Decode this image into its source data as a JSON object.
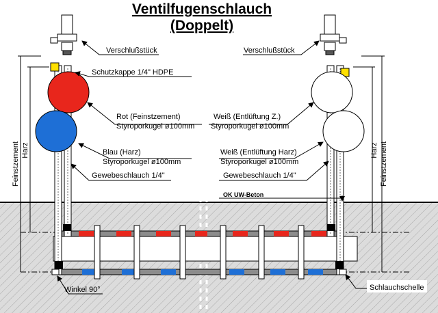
{
  "title_line1": "Ventilfugenschlauch",
  "title_line2": "(Doppelt)",
  "labels": {
    "verschluss_left": "Verschlußstück",
    "verschluss_right": "Verschlußstück",
    "schutzkappe": "Schutzkappe 1/4\" HDPE",
    "rot_line1": "Rot (Feinstzement)",
    "rot_line2": "Styroporkugel ø100mm",
    "blau_line1": "Blau (Harz)",
    "blau_line2": "Styroporkugel ø100mm",
    "gewebe_left": "Gewebeschlauch 1/4\"",
    "weiss_z_line1": "Weiß (Entlüftung Z.)",
    "weiss_z_line2": "Styroporkugel ø100mm",
    "weiss_h_line1": "Weiß (Entlüftung Harz)",
    "weiss_h_line2": "Styroporkugel ø100mm",
    "gewebe_right": "Gewebeschlauch 1/4\"",
    "ok_uw_beton": "OK UW-Beton",
    "winkel": "Winkel 90°",
    "schlauchschelle": "Schlauchschelle",
    "feinstzement_left": "Feinstzement",
    "harz_left": "Harz",
    "harz_right": "Harz",
    "feinstzement_right": "Feinstzement"
  },
  "colors": {
    "red_ball": "#e8261c",
    "blue_ball": "#1e6fd6",
    "white_ball": "#ffffff",
    "cap_yellow": "#ffe000",
    "concrete": "#d9d9d9",
    "hose_gray": "#8c8c8c",
    "hose_red": "#e8261c",
    "hose_blue": "#1e6fd6"
  }
}
